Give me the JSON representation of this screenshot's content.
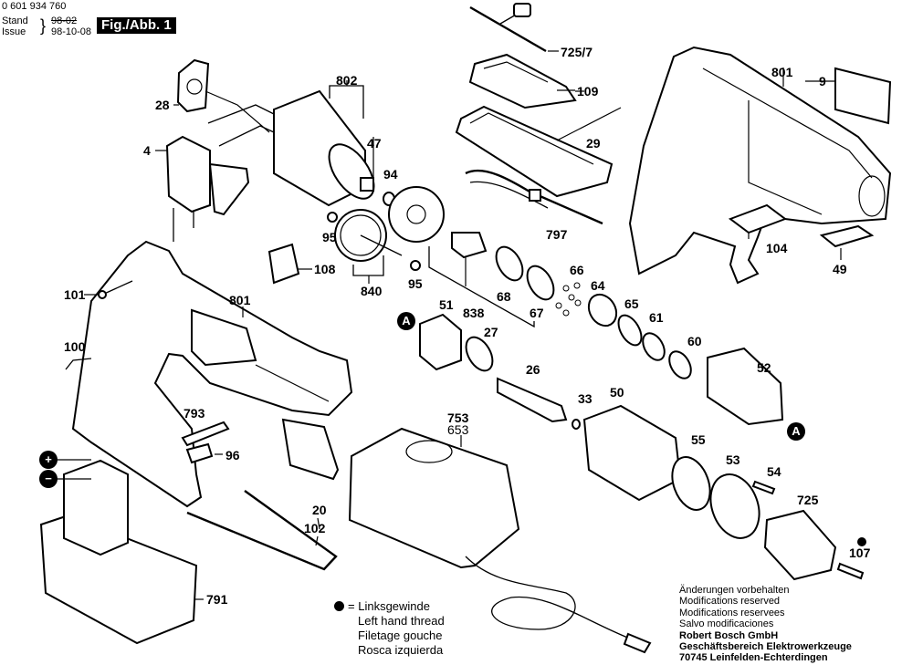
{
  "header": {
    "part_number": "0 601 934 760",
    "stand_label": "Stand",
    "issue_label": "Issue",
    "old_date_struck": "98-02",
    "issue_date": "98-10-08",
    "figure_label": "Fig./Abb. 1"
  },
  "callouts": {
    "c28": "28",
    "c4": "4",
    "c802": "802",
    "c47": "47",
    "c94": "94",
    "c95a": "95",
    "c95b": "95",
    "c108": "108",
    "c840": "840",
    "c838": "838",
    "c68": "68",
    "c67": "67",
    "c66": "66",
    "c64": "64",
    "c65": "65",
    "c61": "61",
    "c60": "60",
    "c52": "52",
    "c51": "51",
    "c27": "27",
    "c26": "26",
    "c33": "33",
    "c50": "50",
    "c55": "55",
    "c53": "53",
    "c54": "54",
    "c725": "725",
    "c107": "107",
    "c725_7": "725/7",
    "c109": "109",
    "c29": "29",
    "c797": "797",
    "c801a": "801",
    "c801b": "801",
    "c9": "9",
    "c104": "104",
    "c49": "49",
    "c101": "101",
    "c100": "100",
    "c793": "793",
    "c96": "96",
    "c20": "20",
    "c102": "102",
    "c791": "791",
    "c753": "753",
    "c653": "653"
  },
  "markers": {
    "a_left": "A",
    "a_right": "A",
    "plus": "+",
    "minus": "−"
  },
  "legend": {
    "symbol_equals": "=",
    "lines": [
      "Linksgewinde",
      "Left hand thread",
      "Filetage gouche",
      "Rosca izquierda"
    ]
  },
  "footer": {
    "lines": [
      "Änderungen vorbehalten",
      "Modifications reserved",
      "Modifications reservees",
      "Salvo modificaciones"
    ],
    "company": "Robert Bosch GmbH",
    "division": "Geschäftsbereich Elektrowerkzeuge",
    "address": "70745 Leinfelden-Echterdingen"
  }
}
